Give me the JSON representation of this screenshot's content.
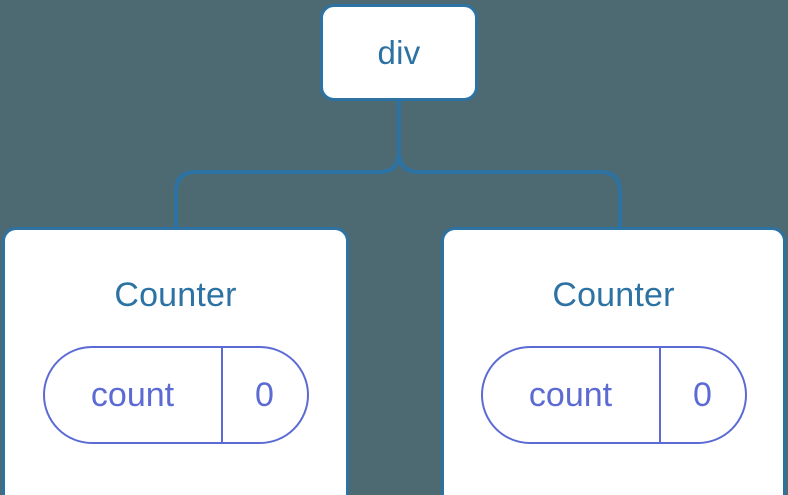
{
  "canvas": {
    "background_color": "#4d6a73",
    "node_border_color": "#2c72a3",
    "node_text_color": "#2c72a3",
    "node_fill_color": "#ffffff",
    "state_accent_color": "#5c6bd4",
    "edge_color": "#2c72a3"
  },
  "tree": {
    "root": {
      "label": "div"
    },
    "children": [
      {
        "title": "Counter",
        "state": {
          "key": "count",
          "value": "0"
        }
      },
      {
        "title": "Counter",
        "state": {
          "key": "count",
          "value": "0"
        }
      }
    ]
  }
}
